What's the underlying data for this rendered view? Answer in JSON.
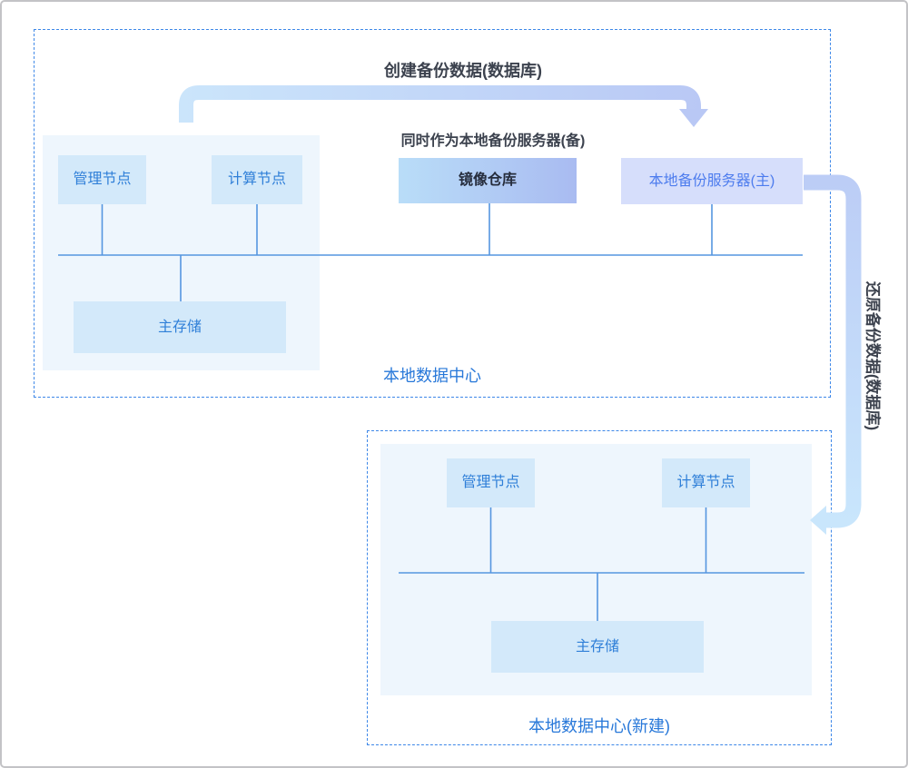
{
  "diagram": {
    "dc1": {
      "label": "本地数据中心",
      "nodes": {
        "mgmt": "管理节点",
        "compute": "计算节点",
        "mirror_repo": "镜像仓库",
        "backup_server_primary": "本地备份服务器(主)",
        "primary_storage": "主存储"
      }
    },
    "dc2": {
      "label": "本地数据中心(新建)",
      "nodes": {
        "mgmt": "管理节点",
        "compute": "计算节点",
        "primary_storage": "主存储"
      }
    },
    "annotations": {
      "create_backup": "创建备份数据(数据库)",
      "standby_note": "同时作为本地备份服务器(备)",
      "restore_backup": "还原备份数据(数据库)"
    },
    "colors": {
      "node_text_blue": "#2f7fd8",
      "node_fill": "#d3e9fa",
      "panel_fill": "#eef6fd",
      "dashed_border": "#3d87e8",
      "connector_line": "#5596e0",
      "arrow_sky": "#cbe5fb",
      "arrow_periwinkle": "#b9c8f5",
      "mirror_gradient_start": "#b9ddf8",
      "mirror_gradient_end": "#a9bbf1",
      "backup_server_fill": "#d6defb",
      "backup_server_text": "#4d7cee",
      "dc_label_blue": "#2878d9",
      "annotation_text": "#3c424e"
    }
  }
}
